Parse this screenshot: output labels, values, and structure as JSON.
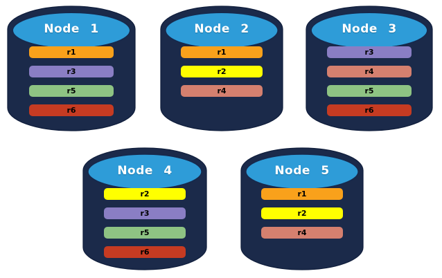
{
  "diagram": {
    "background": "#ffffff",
    "cylinder_body_color": "#1B2A4A",
    "cylinder_body_stroke": "#0F1D3B",
    "cylinder_top_color": "#2E9CD8",
    "cylinder_top_stroke": "#17294C",
    "replica_colors": {
      "r1": "#F9A11B",
      "r2": "#FFFF00",
      "r3": "#8A7EC4",
      "r4": "#D5806F",
      "r5": "#8EC383",
      "r6": "#C63B22"
    },
    "nodes": [
      {
        "label": "Node 1",
        "replicas": [
          "r1",
          "r3",
          "r5",
          "r6"
        ]
      },
      {
        "label": "Node 2",
        "replicas": [
          "r1",
          "r2",
          "r4"
        ]
      },
      {
        "label": "Node 3",
        "replicas": [
          "r3",
          "r4",
          "r5",
          "r6"
        ]
      },
      {
        "label": "Node 4",
        "replicas": [
          "r2",
          "r3",
          "r5",
          "r6"
        ]
      },
      {
        "label": "Node 5",
        "replicas": [
          "r1",
          "r2",
          "r4"
        ]
      }
    ]
  }
}
